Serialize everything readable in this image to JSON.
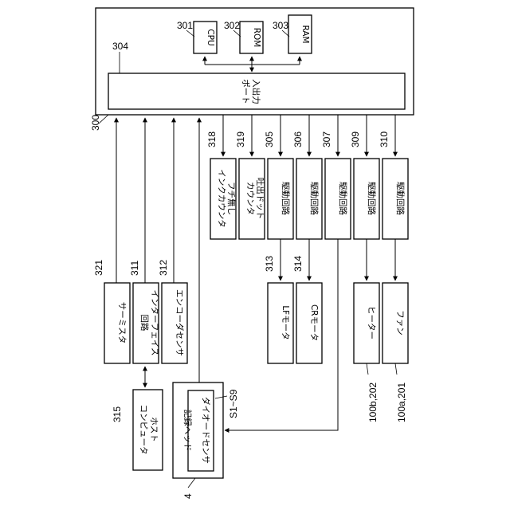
{
  "controller": {
    "ref": "300",
    "io_port_ref": "304",
    "io_port_line1": "入出力",
    "io_port_line2": "ポート",
    "cpu": {
      "ref": "301",
      "label": "CPU"
    },
    "rom": {
      "ref": "302",
      "label": "ROM"
    },
    "ram": {
      "ref": "303",
      "label": "RAM"
    }
  },
  "counters": [
    {
      "ref": "318",
      "line1": "フチ無し",
      "line2": "インクカウンタ"
    },
    {
      "ref": "319",
      "line1": "吐出ドット",
      "line2": "カウンタ"
    }
  ],
  "drive_circuits": [
    {
      "ref": "305",
      "label": "駆動回路"
    },
    {
      "ref": "306",
      "label": "駆動回路"
    },
    {
      "ref": "307",
      "label": "駆動回路"
    },
    {
      "ref": "309",
      "label": "駆動回路"
    },
    {
      "ref": "310",
      "label": "駆動回路"
    }
  ],
  "sensors": [
    {
      "ref": "321",
      "line1": "サーミスタ",
      "line2": ""
    },
    {
      "ref": "311",
      "line1": "インターフェイス",
      "line2": "回路"
    },
    {
      "ref": "312",
      "line1": "エンコーダセンサ",
      "line2": ""
    }
  ],
  "host": {
    "ref": "315",
    "line1": "ホスト",
    "line2": "コンピュータ"
  },
  "head": {
    "ref": "4",
    "label": "記録ヘッド",
    "sensor_label": "ダイオードセンサ",
    "sensor_ref": "S1~S9"
  },
  "motors": [
    {
      "ref": "313",
      "label": "LFモータ"
    },
    {
      "ref": "314",
      "label": "CRモータ"
    }
  ],
  "loads": [
    {
      "ref": "100b,202",
      "label": "ヒーター"
    },
    {
      "ref": "100a,201",
      "label": "ファン"
    }
  ]
}
